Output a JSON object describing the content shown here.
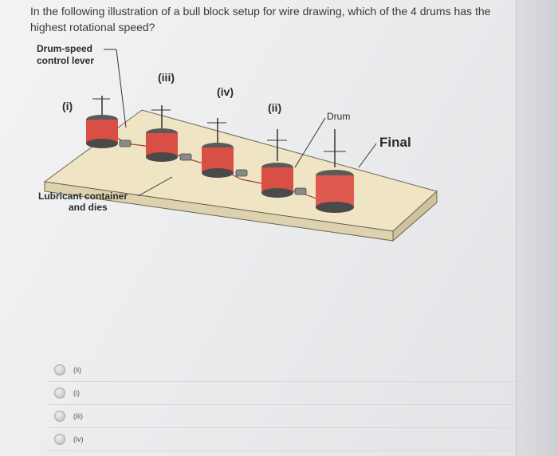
{
  "question": {
    "line1": "In the following illustration of a bull block setup for wire drawing, which of the 4 drums has the",
    "line2": "highest rotational speed?"
  },
  "figure": {
    "labels": {
      "lever_line1": "Drum-speed",
      "lever_line2": "control lever",
      "drum_i": "(i)",
      "drum_iii": "(iii)",
      "drum_iv": "(iv)",
      "drum_ii": "(ii)",
      "drum": "Drum",
      "final": "Final",
      "lubricant_line1": "Lubricant container",
      "lubricant_line2": "and dies"
    }
  },
  "options": [
    {
      "label": "(ii)"
    },
    {
      "label": "(i)"
    },
    {
      "label": "(iii)"
    },
    {
      "label": "(iv)"
    }
  ]
}
